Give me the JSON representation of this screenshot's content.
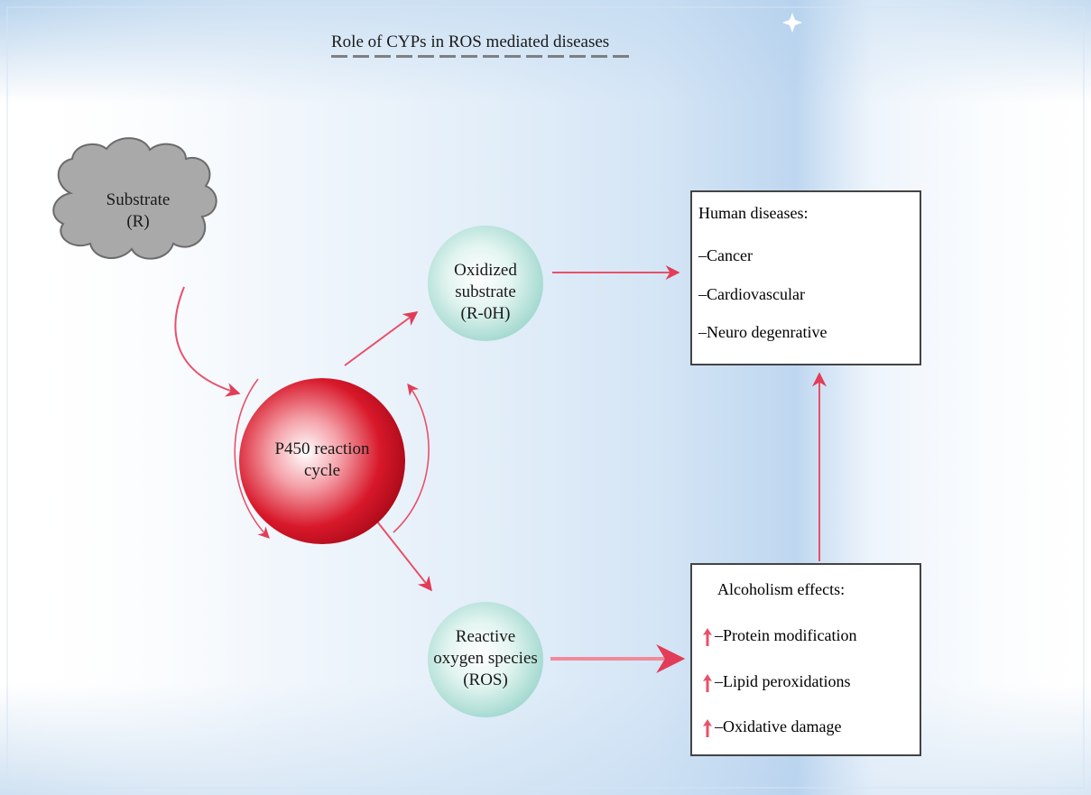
{
  "title": "Role of CYPs in ROS mediated diseases",
  "substrate": {
    "line1": "Substrate",
    "line2": "(R)"
  },
  "p450": {
    "line1": "P450 reaction",
    "line2": "cycle"
  },
  "oxidized": {
    "line1": "Oxidized",
    "line2": "substrate",
    "line3": "(R-0H)"
  },
  "ros": {
    "line1": "Reactive",
    "line2": "oxygen species",
    "line3": "(ROS)"
  },
  "human_diseases": {
    "heading": "Human diseases:",
    "items": [
      "–Cancer",
      "–Cardiovascular",
      "–Neuro degenrative"
    ]
  },
  "alcoholism": {
    "heading": "Alcoholism effects:",
    "items": [
      "–Protein modification",
      "–Lipid peroxidations",
      "–Oxidative damage"
    ]
  },
  "colors": {
    "arrow": "#e8506a",
    "p450": "#d8182a",
    "bubble": "#a8ddd4",
    "cloud": "#a9a9a9"
  }
}
